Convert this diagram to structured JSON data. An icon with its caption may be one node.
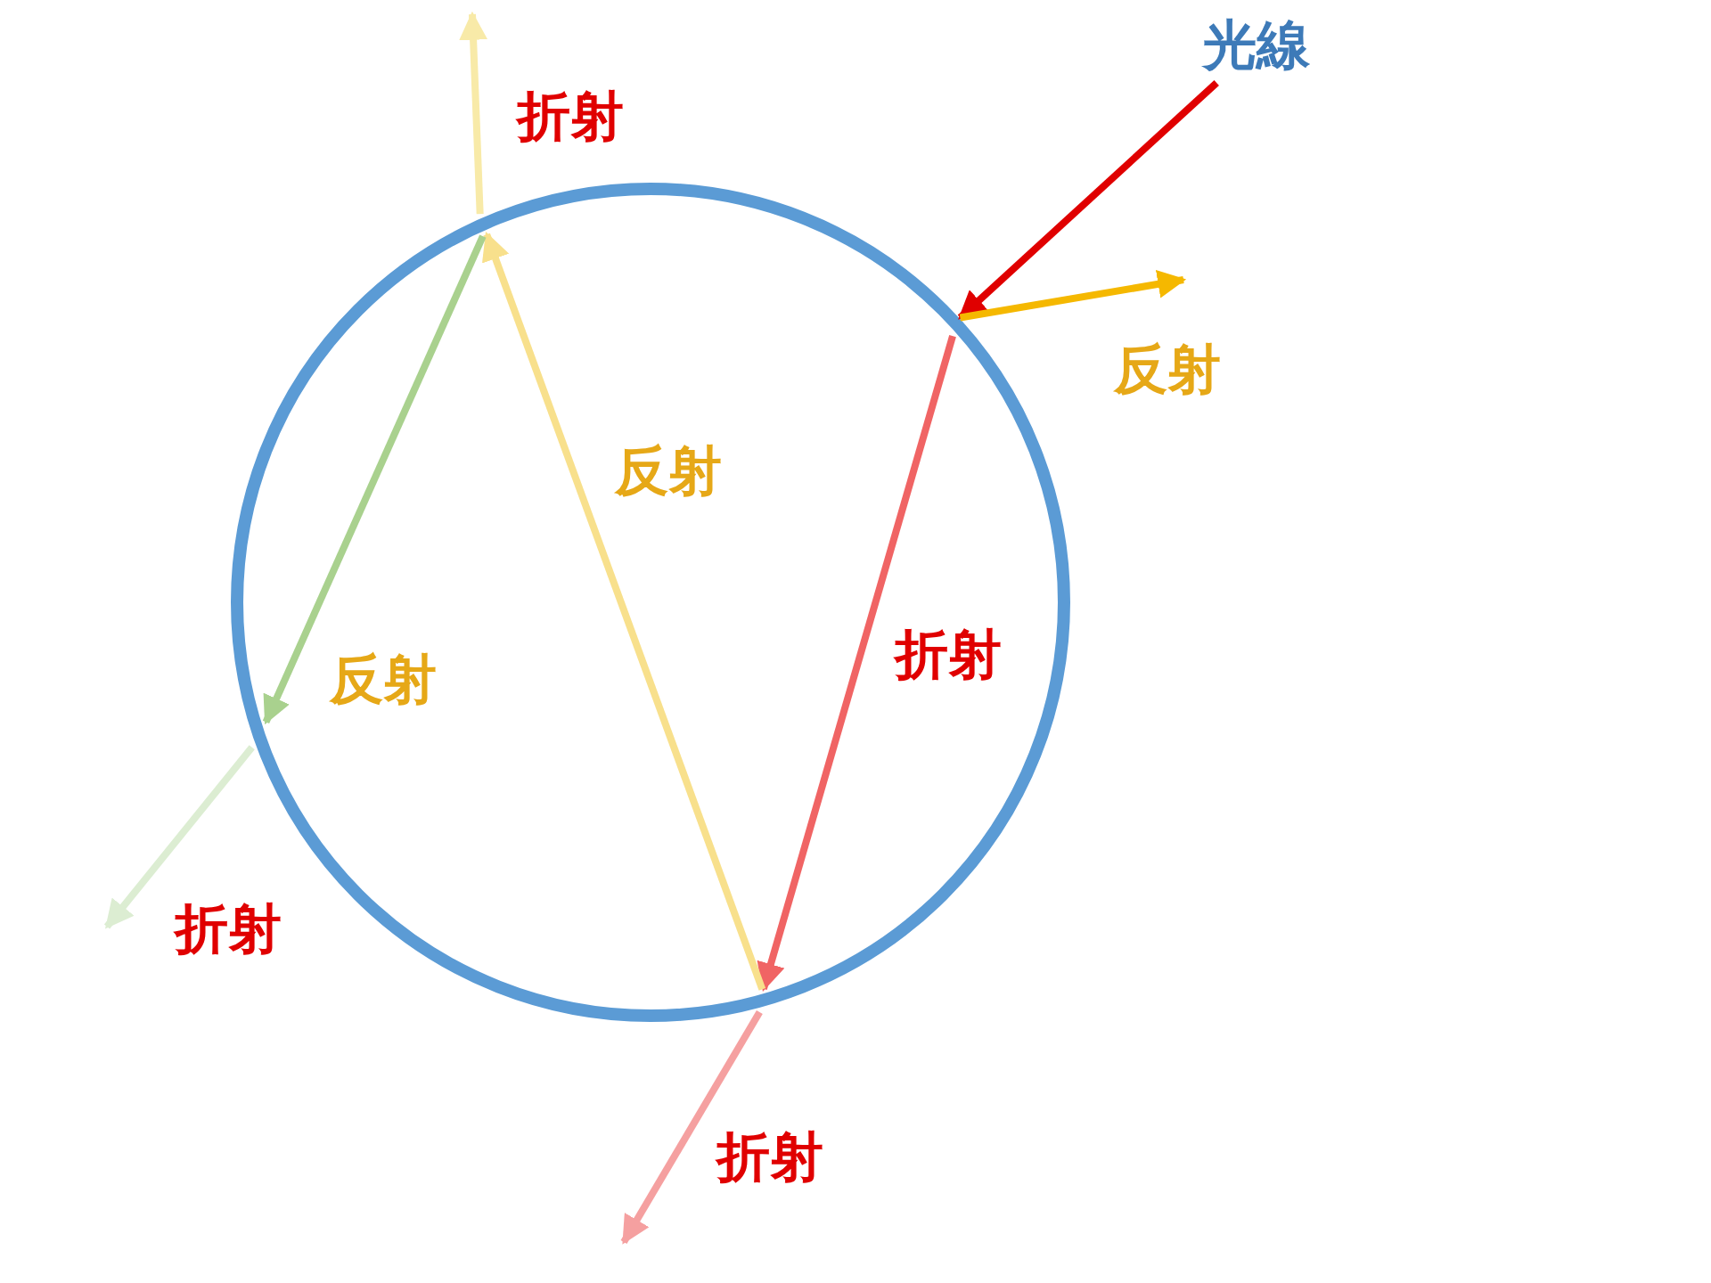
{
  "diagram": {
    "nodes": [
      {
        "text": [
          "光線"
        ]
      },
      {
        "text": [],
        "shape": "circle"
      }
    ],
    "edges": [
      {
        "from": 0,
        "to": 1,
        "arrow": "to",
        "color": "#e00000"
      },
      {
        "from": 1,
        "to": null,
        "arrow": "to",
        "label": "反射",
        "color": "#f5b800"
      },
      {
        "from": 1,
        "to": 1,
        "arrow": "to",
        "label": "折射",
        "color": "#f06464"
      },
      {
        "from": 1,
        "to": null,
        "arrow": "to",
        "label": "折射",
        "color": "#f5a0a0"
      },
      {
        "from": 1,
        "to": 1,
        "arrow": "to",
        "label": "反射",
        "color": "#f8e08c"
      },
      {
        "from": 1,
        "to": null,
        "arrow": "to",
        "label": "折射",
        "color": "#f8eaa8"
      },
      {
        "from": 1,
        "to": 1,
        "arrow": "to",
        "label": "反射",
        "color": "#a9d18e"
      },
      {
        "from": 1,
        "to": null,
        "arrow": "to",
        "label": "折射",
        "color": "#dcedd2"
      }
    ]
  }
}
